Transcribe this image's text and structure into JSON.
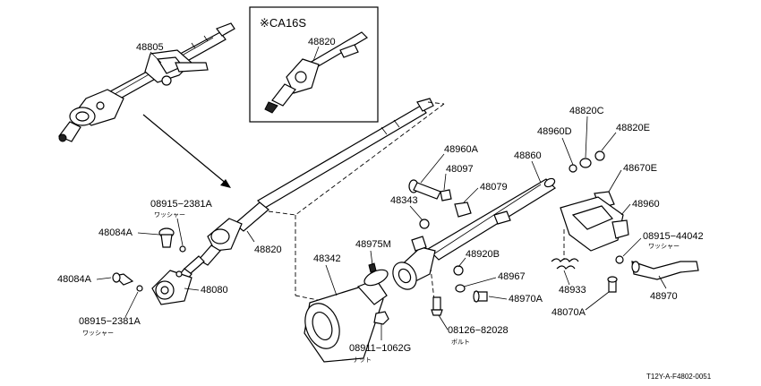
{
  "inset": {
    "note": "※CA16S",
    "part": "48820"
  },
  "labels": {
    "p48805": "48805",
    "p08915_2381a_top": "08915−2381A",
    "washer_top": "ワッシャー",
    "p48084a_1": "48084A",
    "p48084a_2": "48084A",
    "p08915_2381a_bottom": "08915−2381A",
    "washer_bottom": "ワッシャー",
    "p48080": "48080",
    "p48820": "48820",
    "p48342": "48342",
    "p48975m": "48975M",
    "p08911_1062g": "08911−1062G",
    "nut": "ナット",
    "p48960a": "48960A",
    "p48097": "48097",
    "p48079": "48079",
    "p48343": "48343",
    "p48860": "48860",
    "p48920b": "48920B",
    "p48967": "48967",
    "p48970a": "48970A",
    "p08126_82028": "08126−82028",
    "bolt": "ボルト",
    "p48960d": "48960D",
    "p48820c": "48820C",
    "p48820e": "48820E",
    "p48670e": "48670E",
    "p48960": "48960",
    "p08915_44042": "08915−44042",
    "washer_right": "ワッシャー",
    "p48933": "48933",
    "p48070a": "48070A",
    "p48970": "48970"
  },
  "diagram_code": "T12Y-A-F4802-0051"
}
